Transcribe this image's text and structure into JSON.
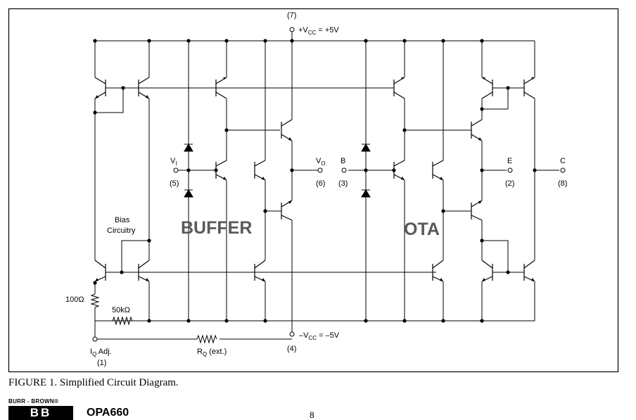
{
  "figure": {
    "caption": "FIGURE 1. Simplified Circuit Diagram.",
    "blocks": {
      "buffer": "BUFFER",
      "ota": "OTA"
    },
    "bias_label_line1": "Bias",
    "bias_label_line2": "Circuitry",
    "resistors": {
      "r100": "100Ω",
      "r50k": "50kΩ"
    },
    "pins": {
      "vcc_pos": {
        "label": "+V",
        "sub": "CC",
        "value": " = +5V",
        "num": "(7)"
      },
      "vcc_neg": {
        "label": "–V",
        "sub": "CC",
        "value": " = –5V",
        "num": "(4)"
      },
      "vi": {
        "label": "V",
        "sub": "I",
        "num": "(5)"
      },
      "vo": {
        "label": "V",
        "sub": "O",
        "num": "(6)"
      },
      "b": {
        "label": "B",
        "num": "(3)"
      },
      "e": {
        "label": "E",
        "num": "(2)"
      },
      "c": {
        "label": "C",
        "num": "(8)"
      },
      "iq": {
        "label": "I",
        "sub": "Q",
        "suffix": " Adj.",
        "num": "(1)"
      },
      "rq": {
        "label": "R",
        "sub": "Q",
        "suffix": " (ext.)"
      }
    }
  },
  "footer": {
    "brand": "BURR - BROWN",
    "registered": "®",
    "logo_text": "BB",
    "part": "OPA660",
    "page": "8"
  }
}
